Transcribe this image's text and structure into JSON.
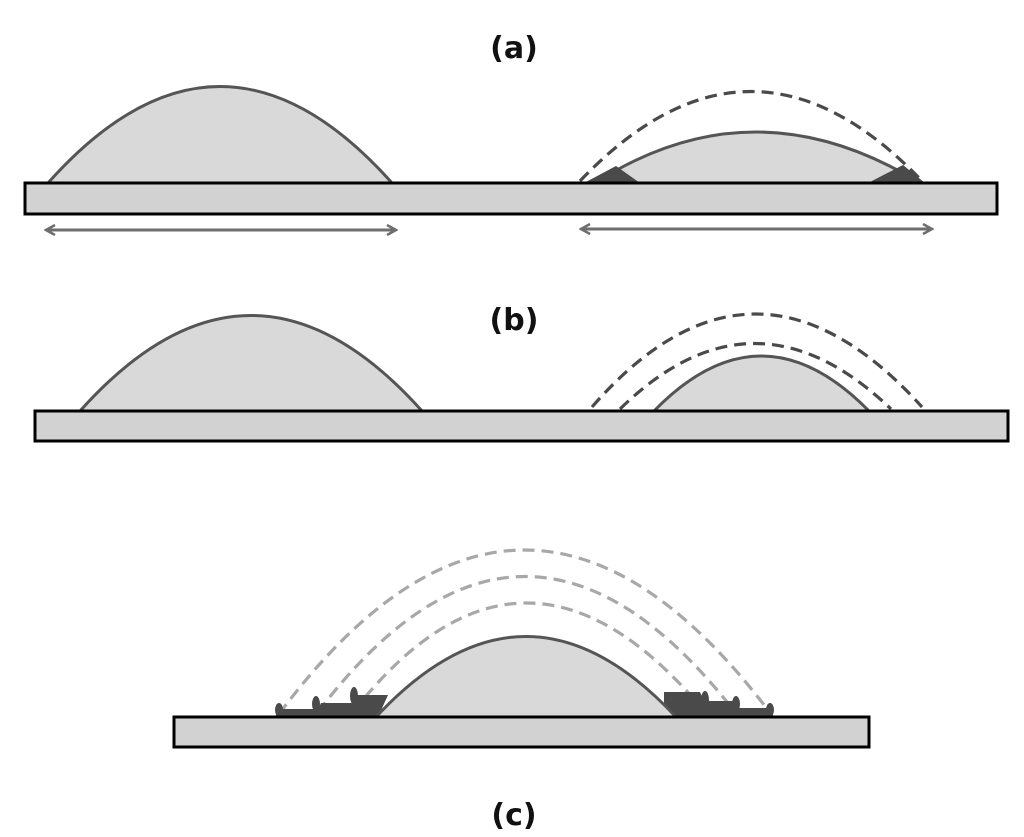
{
  "panels": [
    {
      "id": "a",
      "label": "(a)"
    },
    {
      "id": "b",
      "label": "(b)"
    },
    {
      "id": "c",
      "label": "(c)"
    }
  ],
  "colors": {
    "substrate_fill": "#d2d2d2",
    "droplet_fill": "#d9d9d9",
    "droplet_outline": "#555555",
    "dashed_dark": "#4a4a4a",
    "dashed_light": "#a8a8a8",
    "deposit": "#4a4a4a",
    "arrow": "#6e6e6e"
  }
}
